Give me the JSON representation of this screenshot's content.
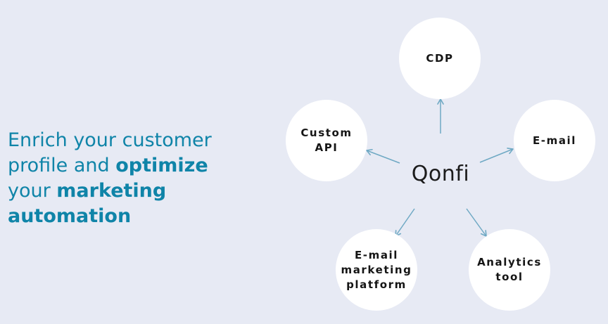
{
  "headline": {
    "line1": "Enrich your customer",
    "line2_regular": "profile and ",
    "line2_bold": "optimize",
    "line3_regular": "your ",
    "line3_bold": "marketing",
    "line4_bold": "automation"
  },
  "brand": "Qonfi",
  "nodes": {
    "cdp": "CDP",
    "custom_api": "Custom\nAPI",
    "email": "E-mail",
    "email_marketing_platform": "E-mail\nmarketing\nplatform",
    "analytics_tool": "Analytics\ntool"
  },
  "colors": {
    "background": "#e7eaf4",
    "headline": "#0f84a8",
    "arrow": "#6fa9c4",
    "node_fill": "#ffffff",
    "text_dark": "#151515"
  }
}
